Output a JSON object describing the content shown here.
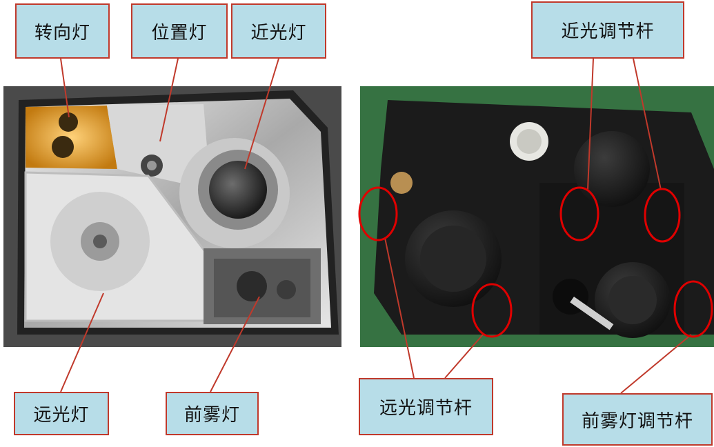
{
  "labels": {
    "turn_signal": "转向灯",
    "position_light": "位置灯",
    "low_beam": "近光灯",
    "high_beam": "远光灯",
    "front_fog": "前雾灯",
    "low_beam_adjuster": "近光调节杆",
    "high_beam_adjuster": "远光调节杆",
    "fog_adjuster": "前雾灯调节杆"
  },
  "colors": {
    "label_fill": "#b7dde8",
    "label_border": "#c0392b",
    "leader_line": "#c0392b",
    "highlight_circle": "#e00000"
  }
}
